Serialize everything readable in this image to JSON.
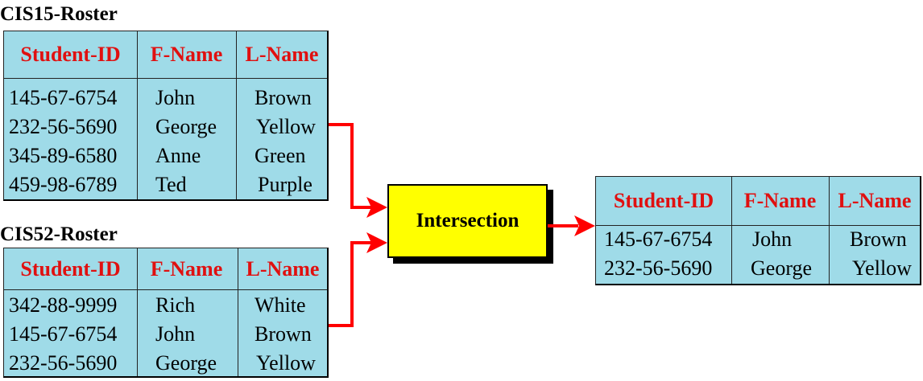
{
  "roster1": {
    "title": "CIS15-Roster",
    "headers": [
      "Student-ID",
      "F-Name",
      "L-Name"
    ],
    "rows": [
      [
        "145-67-6754",
        "John",
        "Brown"
      ],
      [
        "232-56-5690",
        "George",
        "Yellow"
      ],
      [
        "345-89-6580",
        "Anne",
        "Green"
      ],
      [
        "459-98-6789",
        "Ted",
        "Purple"
      ]
    ]
  },
  "roster2": {
    "title": "CIS52-Roster",
    "headers": [
      "Student-ID",
      "F-Name",
      "L-Name"
    ],
    "rows": [
      [
        "342-88-9999",
        "Rich",
        "White"
      ],
      [
        "145-67-6754",
        "John",
        "Brown"
      ],
      [
        "232-56-5690",
        "George",
        "Yellow"
      ]
    ]
  },
  "operation": {
    "label": "Intersection"
  },
  "result": {
    "headers": [
      "Student-ID",
      "F-Name",
      "L-Name"
    ],
    "rows": [
      [
        "145-67-6754",
        "John",
        "Brown"
      ],
      [
        "232-56-5690",
        "George",
        "Yellow"
      ]
    ]
  },
  "colors": {
    "table_fill": "#9fdbe8",
    "header_text": "#e01010",
    "operation_fill": "#ffff00",
    "arrow": "#ff0000"
  }
}
